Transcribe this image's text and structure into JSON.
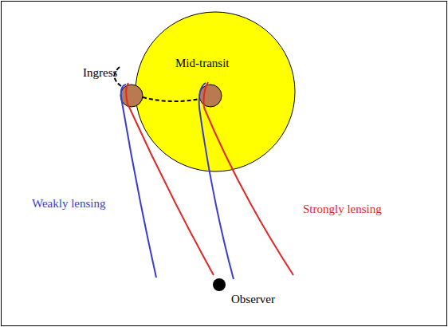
{
  "diagram": {
    "labels": [
      "Ingress",
      "Mid-transit",
      "Weakly lensing",
      "Strongly lensing",
      "Observer"
    ]
  }
}
